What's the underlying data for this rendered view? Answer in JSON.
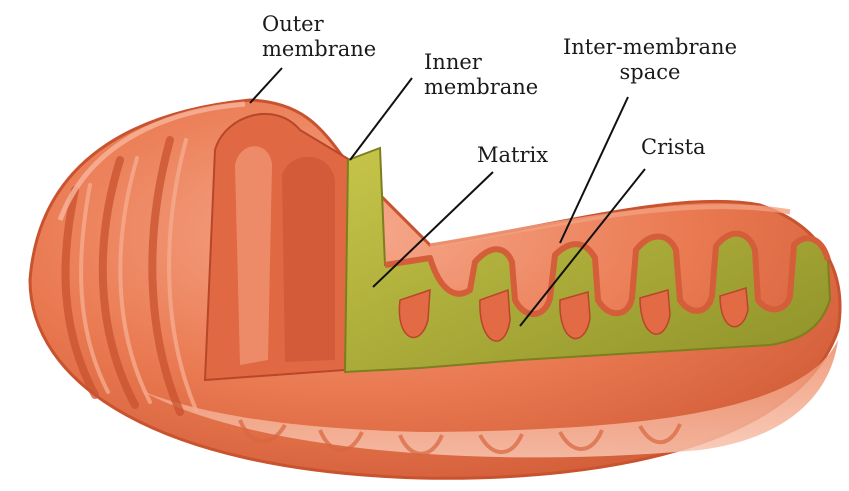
{
  "labels": {
    "outer_membrane": [
      "Outer",
      "membrane"
    ],
    "inner_membrane": [
      "Inner",
      "membrane"
    ],
    "intermembrane_space": [
      "Inter-membrane",
      "space"
    ],
    "matrix": "Matrix",
    "crista": "Crista"
  },
  "colors": {
    "outer_body": "#e8714a",
    "outer_shadow": "#c9522f",
    "outer_highlight": "#f4a184",
    "inner_membrane": "#d9603c",
    "matrix": "#b8b83c",
    "matrix_shadow": "#8e9128",
    "leader_line": "#111111"
  }
}
